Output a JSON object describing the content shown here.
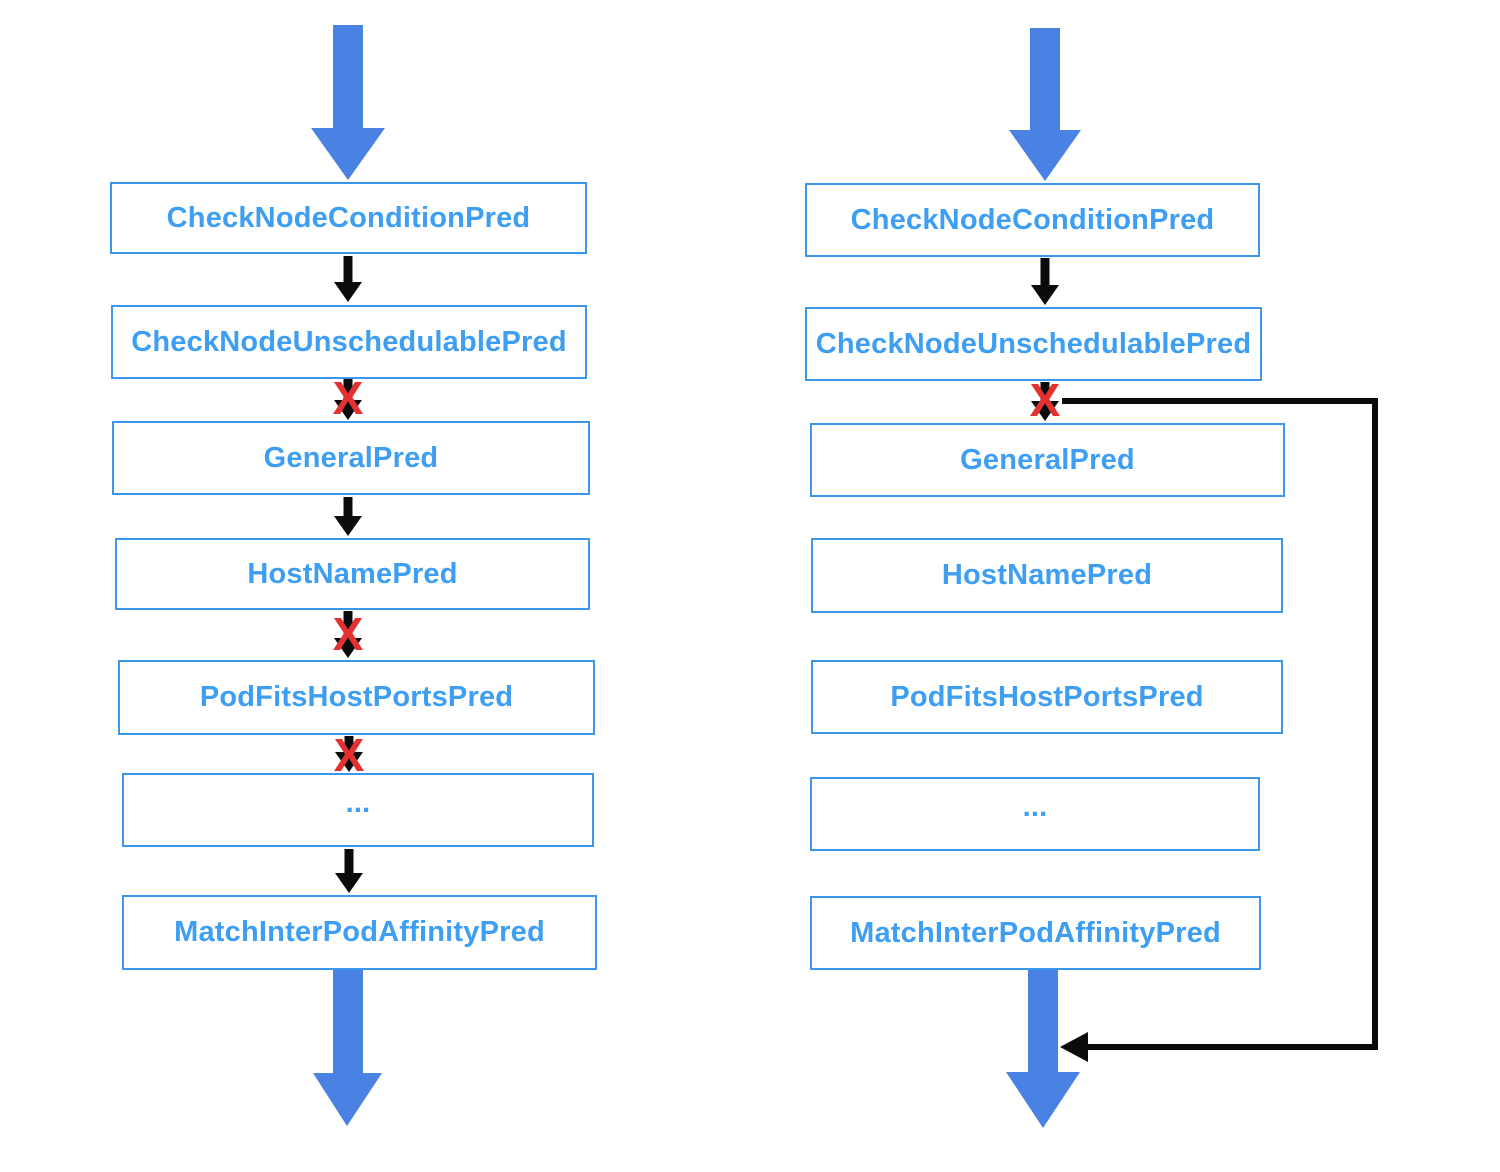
{
  "left_flow": {
    "boxes": [
      {
        "label": "CheckNodeConditionPred"
      },
      {
        "label": "CheckNodeUnschedulablePred"
      },
      {
        "label": "GeneralPred"
      },
      {
        "label": "HostNamePred"
      },
      {
        "label": "PodFitsHostPortsPred"
      },
      {
        "label": "..."
      },
      {
        "label": "MatchInterPodAffinityPred"
      }
    ]
  },
  "right_flow": {
    "boxes": [
      {
        "label": "CheckNodeConditionPred"
      },
      {
        "label": "CheckNodeUnschedulablePred"
      },
      {
        "label": "GeneralPred"
      },
      {
        "label": "HostNamePred"
      },
      {
        "label": "PodFitsHostPortsPred"
      },
      {
        "label": "..."
      },
      {
        "label": "MatchInterPodAffinityPred"
      }
    ]
  },
  "marks": {
    "fail_glyph": "X"
  },
  "colors": {
    "flow_blue": "#4a82e4",
    "box_border": "#3a97e9",
    "label_blue": "#3d9ef3",
    "connector_black": "#0b0b0b",
    "fail_red": "#e23130"
  }
}
